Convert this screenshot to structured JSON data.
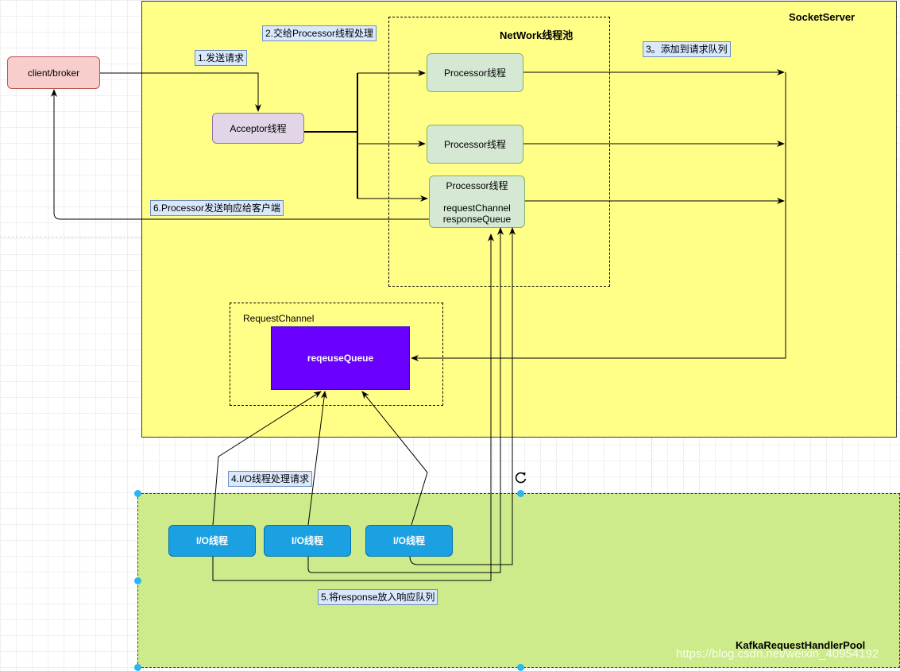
{
  "regions": {
    "socket_server": "SocketServer",
    "network_pool": "NetWork线程池",
    "request_channel": "RequestChannel",
    "kafka_pool": "KafkaRequestHandlerPool"
  },
  "nodes": {
    "client": "client/broker",
    "acceptor": "Acceptor线程",
    "processor_1": "Processor线程",
    "processor_2": "Processor线程",
    "processor_3": "Processor线程",
    "processor_3_line2": "requestChannel",
    "processor_3_line3": "responseQueue",
    "request_queue": "reqeuseQueue",
    "io_1": "I/O线程",
    "io_2": "I/O线程",
    "io_3": "I/O线程"
  },
  "steps": {
    "step1": "1.发送请求",
    "step2": "2.交给Processor线程处理",
    "step3": "3。添加到请求队列",
    "step4": "4.I/O线程处理请求",
    "step5": "5.将response放入响应队列",
    "step6": "6.Processor发送响应给客户端"
  },
  "watermark": "https://blog.csdn.net/weixin_40954192",
  "icons": {
    "rotate": "rotate-icon",
    "handle": "selection-handle"
  },
  "colors": {
    "socket_server_fill": "#ffff88",
    "kafka_pool_fill": "#cdeb8b",
    "client_fill": "#f8cecc",
    "acceptor_fill": "#e1d5e7",
    "processor_fill": "#d5e8d4",
    "queue_fill": "#6a00ff",
    "io_fill": "#1ba1e2",
    "label_fill": "#dae8fc",
    "selection": "#29b6f2"
  }
}
